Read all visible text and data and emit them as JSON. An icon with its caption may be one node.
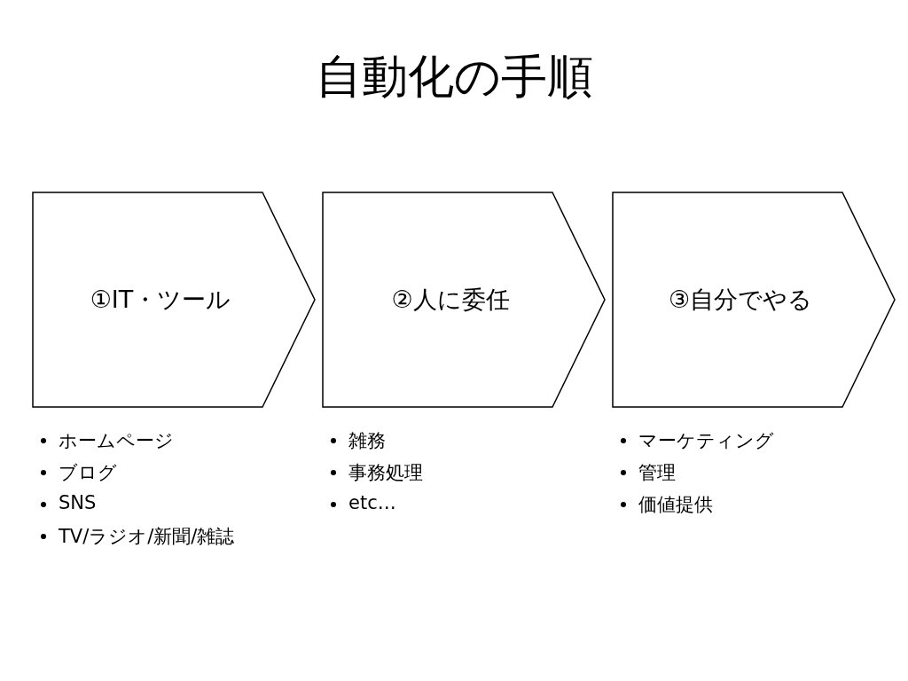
{
  "diagram": {
    "title": "自動化の手順",
    "nodes": [
      {
        "text": [
          "①IT・ツール"
        ],
        "beside": [
          "ホームページ",
          "ブログ",
          "SNS",
          "TV/ラジオ/新聞/雑誌"
        ]
      },
      {
        "text": [
          "②人に委任"
        ],
        "beside": [
          "雑務",
          "事務処理",
          "etc…"
        ]
      },
      {
        "text": [
          "③自分でやる"
        ],
        "beside": [
          "マーケティング",
          "管理",
          "価値提供"
        ]
      }
    ]
  }
}
